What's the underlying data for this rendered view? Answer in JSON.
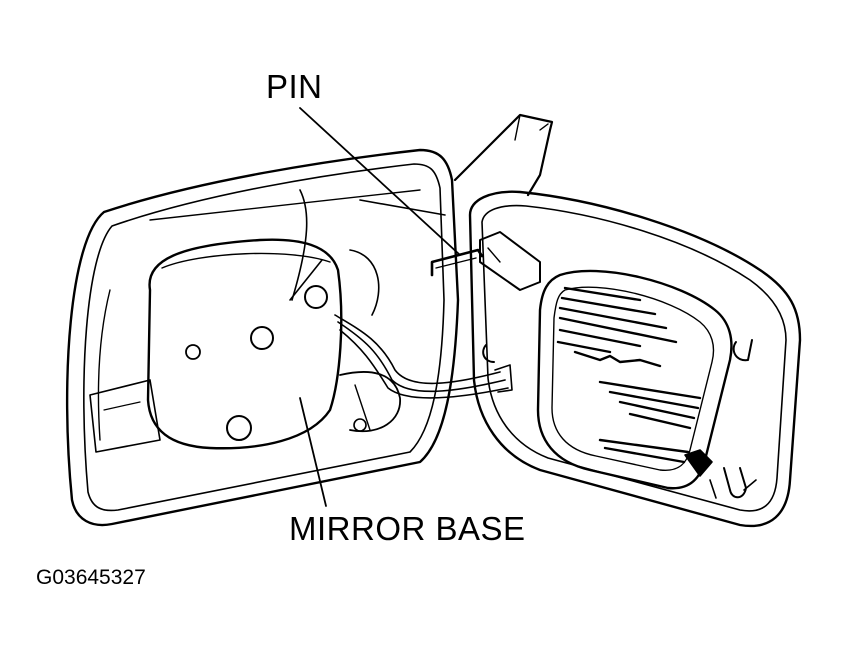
{
  "labels": {
    "pin": "PIN",
    "mirror_base": "MIRROR BASE",
    "figure_code": "G03645327"
  },
  "colors": {
    "line": "#000000",
    "background": "#ffffff"
  }
}
